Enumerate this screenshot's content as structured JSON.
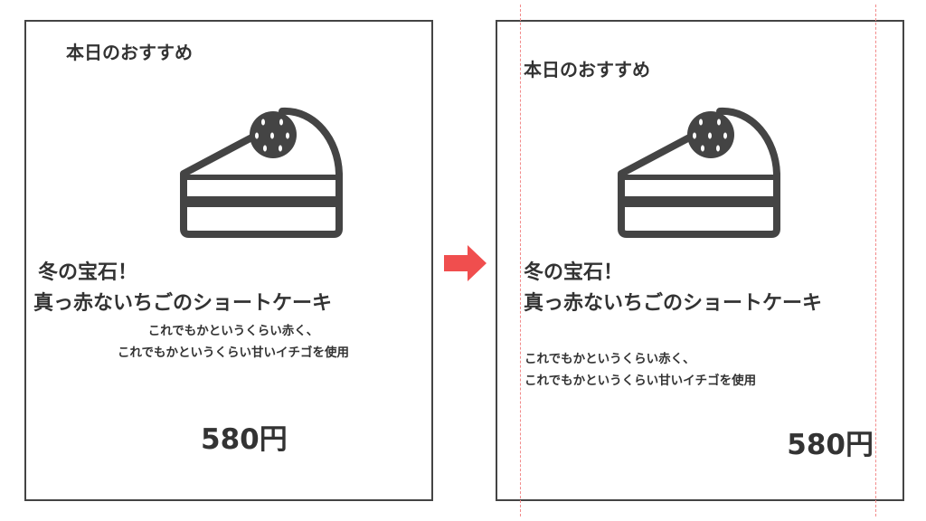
{
  "colors": {
    "ink": "#444444",
    "arrow": "#f04e4e",
    "guide": "#f28a8a"
  },
  "before": {
    "title": "本日のおすすめ",
    "icon": "cake-slice-icon",
    "headline_1": "冬の宝石！",
    "headline_2": "真っ赤ないちごのショートケーキ",
    "desc_1": "これでもかというくらい赤く、",
    "desc_2": "これでもかというくらい甘いイチゴを使用",
    "price": "580円"
  },
  "after": {
    "title": "本日のおすすめ",
    "icon": "cake-slice-icon",
    "headline_1": "冬の宝石！",
    "headline_2": "真っ赤ないちごのショートケーキ",
    "desc_1": "これでもかというくらい赤く、",
    "desc_2": "これでもかというくらい甘いイチゴを使用",
    "price": "580円"
  }
}
